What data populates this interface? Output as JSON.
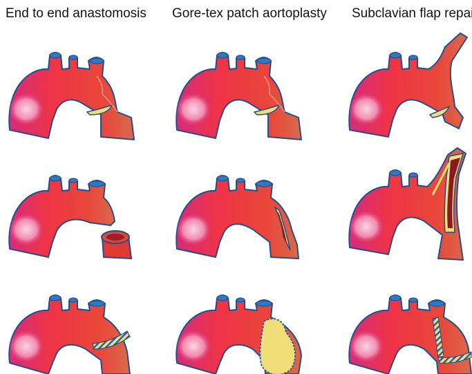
{
  "columns": [
    {
      "title": "End to end anastomosis"
    },
    {
      "title": "Gore-tex patch aortoplasty"
    },
    {
      "title": "Subclavian flap repair"
    }
  ],
  "colors": {
    "aorta_dark": "#e0305a",
    "aorta_mid": "#ef3a32",
    "aorta_tail": "#d96a4a",
    "outline": "#1f4f8f",
    "vessel_top": "#2f78c2",
    "patch": "#f2de78",
    "highlight": "#f6b3c8"
  }
}
